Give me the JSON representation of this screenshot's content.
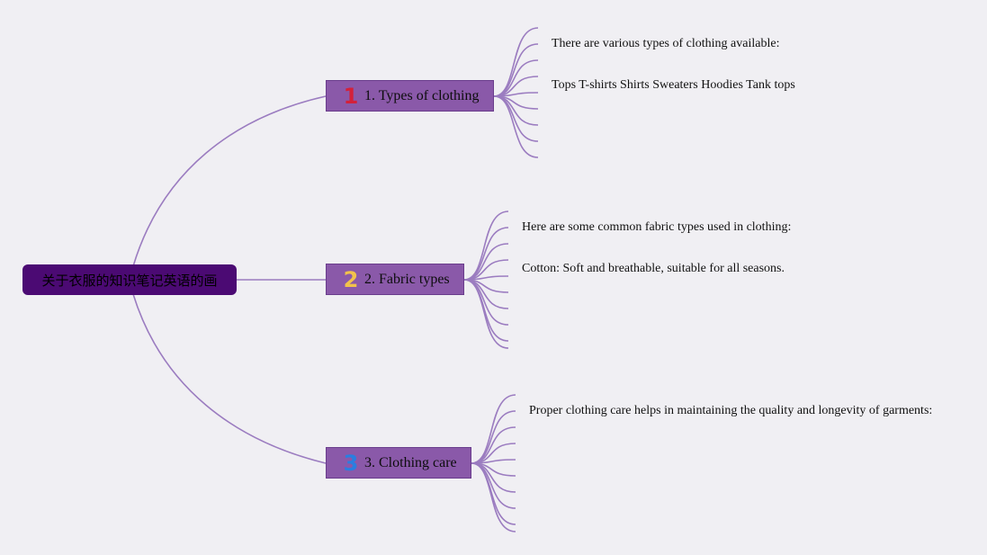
{
  "root": {
    "title": "关于衣服的知识笔记英语的画"
  },
  "topics": [
    {
      "number": "1",
      "label": "1. Types of clothing",
      "details": [
        "There are various types of clothing available:",
        "Tops T-shirts Shirts Sweaters Hoodies Tank tops"
      ]
    },
    {
      "number": "2",
      "label": "2. Fabric types",
      "details": [
        "Here are some common fabric types used in clothing:",
        "Cotton: Soft and breathable, suitable for all seasons."
      ]
    },
    {
      "number": "3",
      "label": "3. Clothing care",
      "details": [
        "Proper clothing care helps in maintaining the quality and longevity of garments:"
      ]
    }
  ],
  "colors": {
    "background": "#f0eff3",
    "root_fill": "#4b0a73",
    "topic_fill": "#8a59a9",
    "connector": "#9b7cc0",
    "badge_1": "#d3213a",
    "badge_2": "#f2c24b",
    "badge_3": "#2a7ee0"
  }
}
